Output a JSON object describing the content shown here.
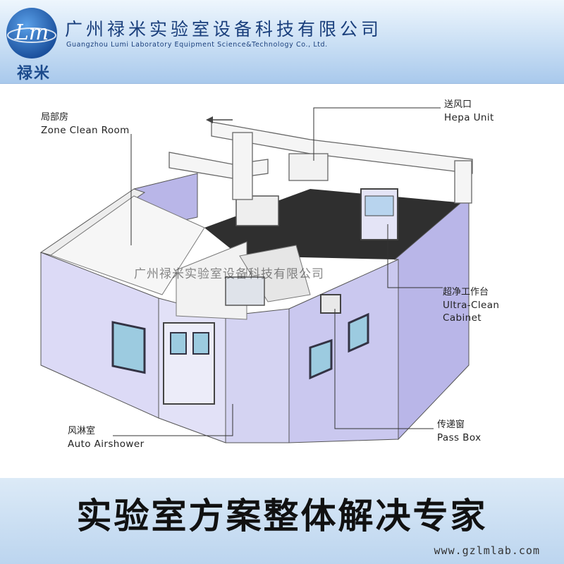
{
  "header": {
    "logo_letters": "Lm",
    "brand_cn": "禄米",
    "company_cn": "广州禄米实验室设备科技有限公司",
    "company_en": "Guangzhou Lumi Laboratory Equipment Science&Technology Co., Ltd."
  },
  "labels": {
    "zone_clean_room": {
      "cn": "局部房",
      "en": "Zone Clean Room"
    },
    "hepa_unit": {
      "cn": "送风口",
      "en": "Hepa Unit"
    },
    "ultra_clean_cabinet": {
      "cn": "超净工作台",
      "en_line1": "Ultra-Clean",
      "en_line2": "Cabinet"
    },
    "auto_airshower": {
      "cn": "风淋室",
      "en": "Auto Airshower"
    },
    "pass_box": {
      "cn": "传递窗",
      "en": "Pass Box"
    }
  },
  "watermark": "广州禄米实验室设备科技有限公司",
  "footer": {
    "slogan": "实验室方案整体解决专家",
    "website": "www.gzlmlab.com"
  },
  "colors": {
    "header_blue": "#1a3f7c",
    "wall_purple": "#b8b6e6",
    "floor_dark": "#2e2e2e",
    "duct_white": "#f4f4f4"
  }
}
